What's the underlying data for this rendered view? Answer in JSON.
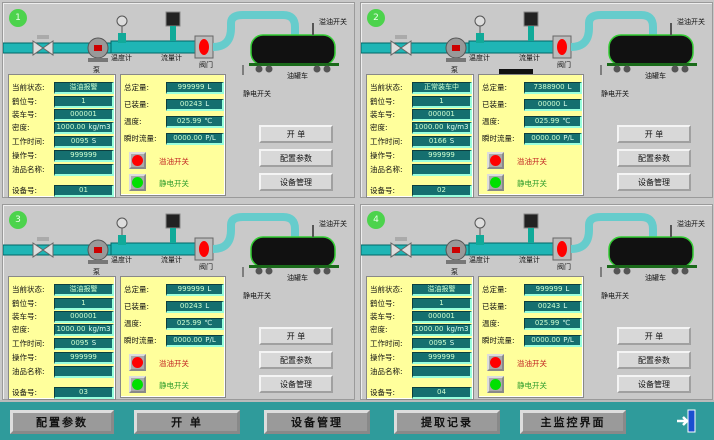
{
  "labels": {
    "status": "当前状态:",
    "crane": "鹤位号:",
    "load_no": "装车号:",
    "density": "密度:",
    "work_time": "工作时间:",
    "operator": "操作号:",
    "oil_name": "油品名称:",
    "device": "设备号:",
    "total": "总定量:",
    "loaded": "已装量:",
    "temp": "温度:",
    "flow": "瞬时流量:",
    "overflow_switch": "溢油开关",
    "static_switch": "静电开关"
  },
  "diagram": {
    "thermometer": "温度计",
    "flowmeter": "流量计",
    "valve": "阀门",
    "pump": "泵",
    "overflow": "溢油开关",
    "tanker": "油罐车",
    "static": "静电开关"
  },
  "units": {
    "density": "kg/m3",
    "time": "S",
    "volume": "L",
    "temp": "℃",
    "flow": "P/L"
  },
  "panels": [
    {
      "number": "1",
      "status": "溢油报警",
      "crane": "1",
      "load_no": "000001",
      "density": "1000.00",
      "work_time": "0095",
      "operator": "999999",
      "oil_name": "",
      "device": "01",
      "total": "999999",
      "loaded": "00243",
      "temp": "025.99",
      "flow": "0000.00",
      "buttons": [
        "开 单",
        "配置参数",
        "设备管理"
      ]
    },
    {
      "number": "2",
      "status": "正常装车中",
      "crane": "1",
      "load_no": "000001",
      "density": "1000.00",
      "work_time": "0166",
      "operator": "999999",
      "oil_name": "",
      "device": "02",
      "total": "7388900",
      "loaded": "00000",
      "temp": "025.99",
      "flow": "0000.00",
      "buttons": [
        "开 单",
        "配置参数",
        "设备管理"
      ]
    },
    {
      "number": "3",
      "status": "溢油报警",
      "crane": "1",
      "load_no": "000001",
      "density": "1000.00",
      "work_time": "0095",
      "operator": "999999",
      "oil_name": "",
      "device": "03",
      "total": "999999",
      "loaded": "00243",
      "temp": "025.99",
      "flow": "0000.00",
      "buttons": [
        "开 单",
        "配置参数",
        "设备管理"
      ]
    },
    {
      "number": "4",
      "status": "溢油报警",
      "crane": "1",
      "load_no": "000001",
      "density": "1000.00",
      "work_time": "0095",
      "operator": "999999",
      "oil_name": "",
      "device": "04",
      "total": "999999",
      "loaded": "00243",
      "temp": "025.99",
      "flow": "0000.00",
      "buttons": [
        "开 单",
        "配置参数",
        "设备管理"
      ]
    }
  ],
  "bottom_bar": {
    "buttons": [
      "配置参数",
      "开  单",
      "设备管理",
      "提取记录",
      "主监控界面"
    ]
  },
  "colors": {
    "teal": "#2f9b9b",
    "field": "#156f6f",
    "yellow": "#ffff9c",
    "red": "#ff0000",
    "green": "#00e000"
  }
}
